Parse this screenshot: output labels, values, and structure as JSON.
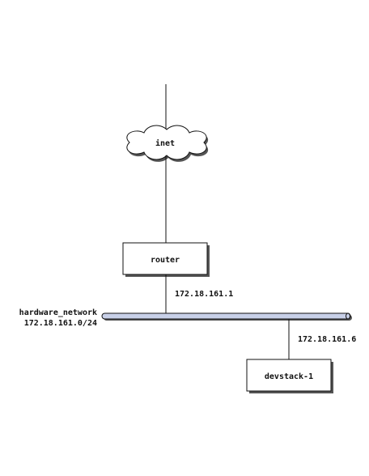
{
  "diagram": {
    "cloud": {
      "label": "inet"
    },
    "router": {
      "label": "router",
      "address": "172.18.161.1"
    },
    "network": {
      "name": "hardware_network",
      "subnet": "172.18.161.0/24",
      "bar_color": "#c8d0e8"
    },
    "host": {
      "label": "devstack-1",
      "address": "172.18.161.6"
    }
  }
}
